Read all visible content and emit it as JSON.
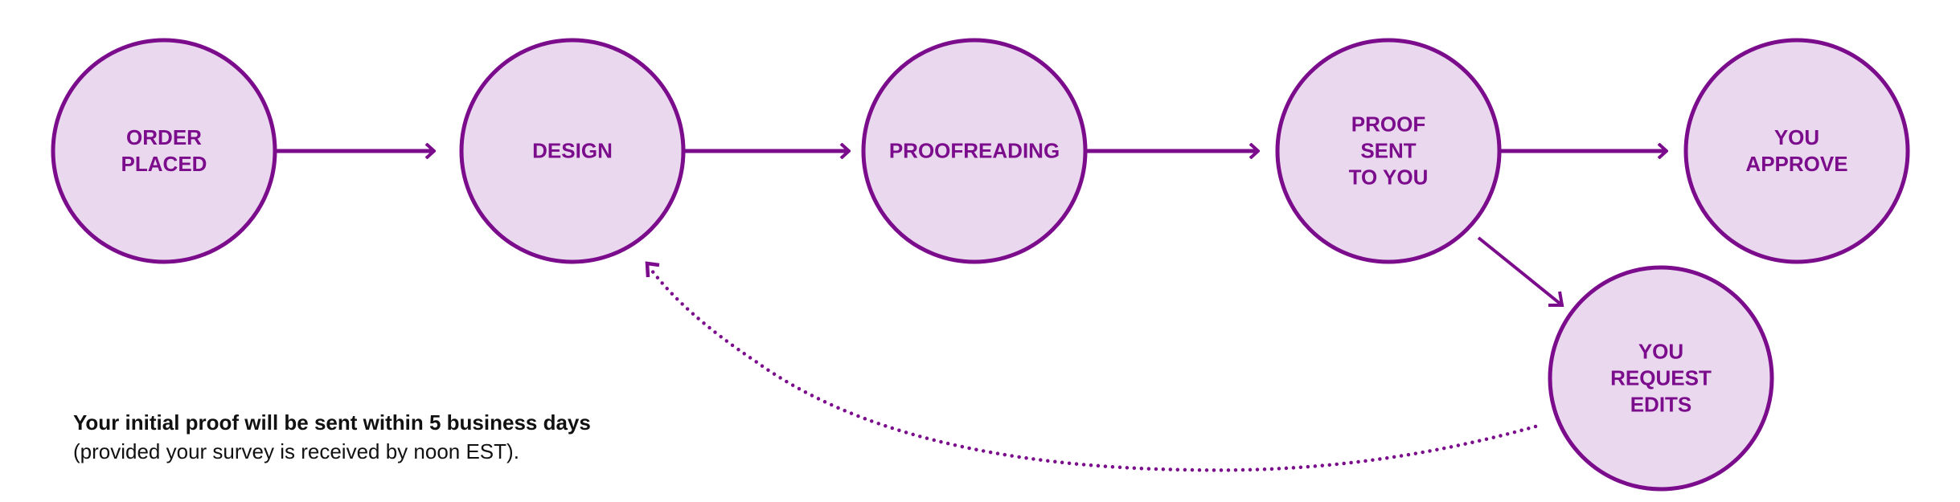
{
  "colors": {
    "accent": "#7b0c8c",
    "node_fill": "#ead9ee"
  },
  "nodes": [
    {
      "id": "order",
      "lines": [
        "ORDER",
        "PLACED"
      ]
    },
    {
      "id": "design",
      "lines": [
        "DESIGN"
      ]
    },
    {
      "id": "proofreading",
      "lines": [
        "PROOFREADING"
      ]
    },
    {
      "id": "proof-sent",
      "lines": [
        "PROOF",
        "SENT",
        "TO YOU"
      ]
    },
    {
      "id": "approve",
      "lines": [
        "YOU",
        "APPROVE"
      ]
    },
    {
      "id": "request-edits",
      "lines": [
        "YOU",
        "REQUEST",
        "EDITS"
      ]
    }
  ],
  "note": {
    "bold": "Your initial proof will be sent within 5 business days",
    "normal": "(provided your survey is received by noon EST)."
  }
}
